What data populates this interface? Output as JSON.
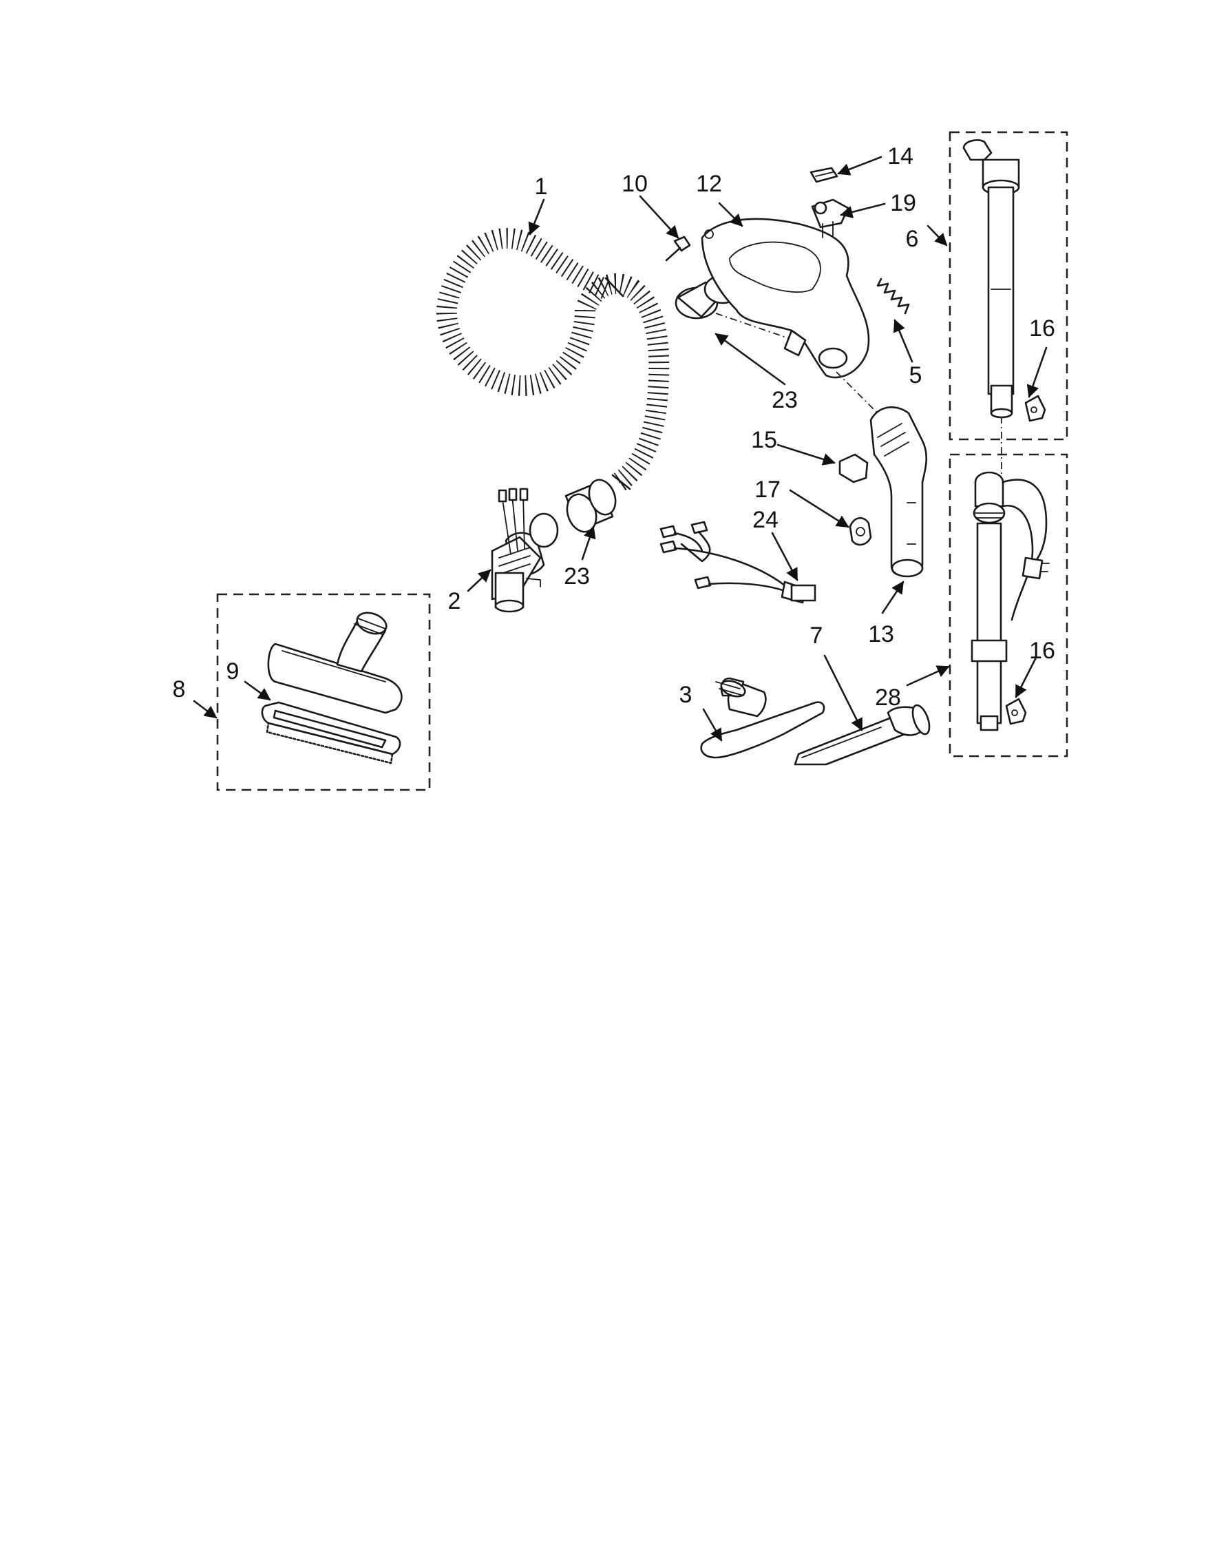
{
  "labels": {
    "p1": "1",
    "p2": "2",
    "p3": "3",
    "p5": "5",
    "p6": "6",
    "p7": "7",
    "p8": "8",
    "p9": "9",
    "p10": "10",
    "p12": "12",
    "p13": "13",
    "p14": "14",
    "p15": "15",
    "p16a": "16",
    "p16b": "16",
    "p17": "17",
    "p19": "19",
    "p23a": "23",
    "p23b": "23",
    "p24": "24",
    "p28": "28"
  }
}
